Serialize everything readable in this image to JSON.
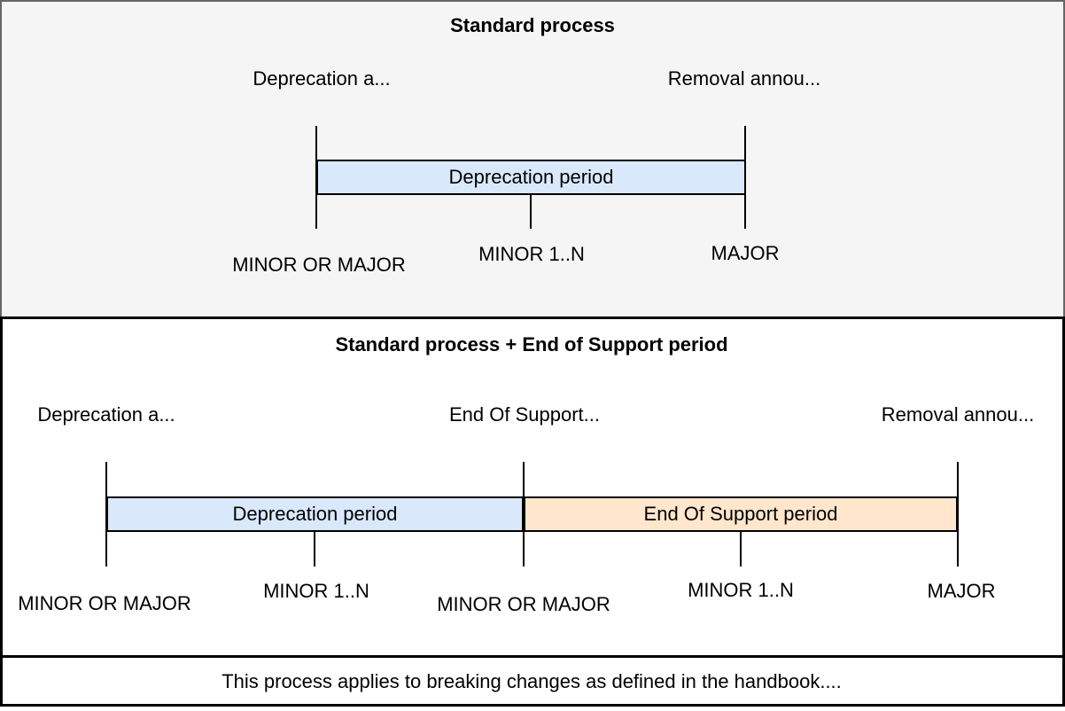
{
  "colors": {
    "top_panel_bg": "#f5f5f5",
    "top_panel_border": "#666666",
    "panel_border": "#000000",
    "deprecation_bar_fill": "#dae8fc",
    "end_of_support_bar_fill": "#ffe6cc",
    "line": "#000000",
    "text": "#000000"
  },
  "top_panel": {
    "title": "Standard process",
    "event_labels": {
      "deprecation": "Deprecation a...",
      "removal": "Removal annou..."
    },
    "bar_label": "Deprecation period",
    "milestones": {
      "start": "MINOR OR MAJOR",
      "middle": "MINOR 1..N",
      "end": "MAJOR"
    }
  },
  "bottom_panel": {
    "title": "Standard process + End of Support period",
    "event_labels": {
      "deprecation": "Deprecation a...",
      "end_of_support": "End Of Support...",
      "removal": "Removal annou..."
    },
    "bar_labels": {
      "deprecation": "Deprecation period",
      "end_of_support": "End Of Support period"
    },
    "milestones": {
      "m1": "MINOR OR MAJOR",
      "m2": "MINOR 1..N",
      "m3": "MINOR OR MAJOR",
      "m4": "MINOR 1..N",
      "m5": "MAJOR"
    }
  },
  "footer": {
    "note": "This process applies to breaking changes as defined in the handbook...."
  }
}
